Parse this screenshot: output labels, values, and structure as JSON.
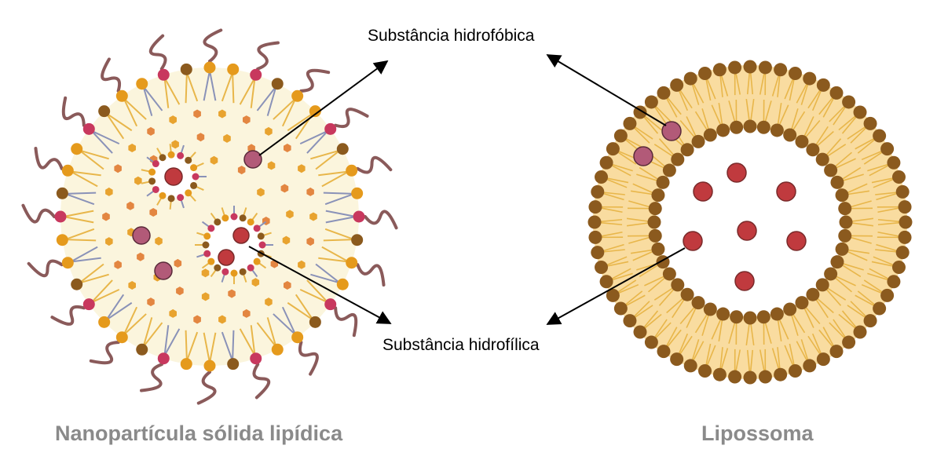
{
  "labels": {
    "hydrophobic": "Substância hidrofóbica",
    "hydrophilic": "Substância hidrofílica",
    "left_caption": "Nanopartícula sólida lipídica",
    "right_caption": "Lipossoma"
  },
  "colors": {
    "head_brown": "#8b5a1e",
    "head_pink": "#c8385e",
    "head_orange": "#e59a1c",
    "tail_gold": "#e8b64a",
    "tail_blue": "#8a92b8",
    "core_fill": "#fbf5dd",
    "liposome_fill": "#f9dca0",
    "hydrophobic_drug": "#b25a78",
    "hydrophilic_drug": "#c03a3e",
    "peg_chain": "#8a5a5a",
    "hexagon": "#e07a30",
    "caption_gray": "#8a8a8a"
  }
}
